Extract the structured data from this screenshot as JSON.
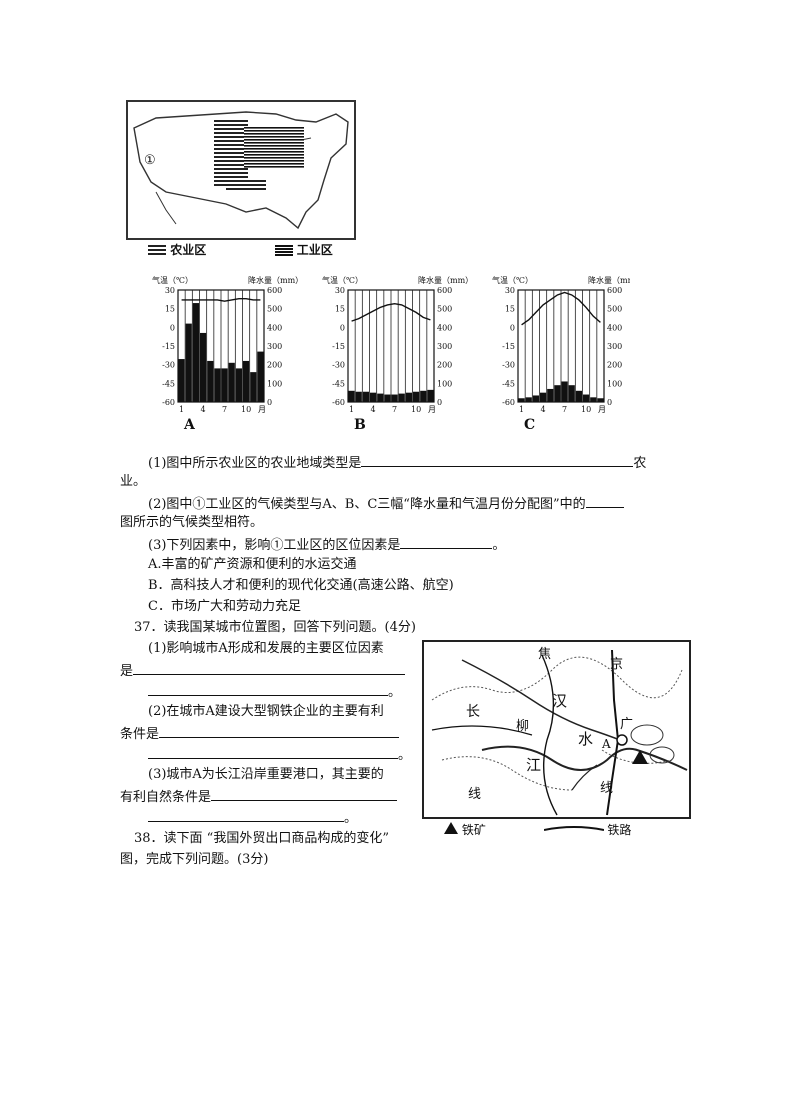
{
  "usa_map": {
    "marker": "①",
    "legend": [
      {
        "label": "农业区"
      },
      {
        "label": "工业区"
      }
    ]
  },
  "climate_charts": {
    "temp_axis_label": "气温（℃）",
    "precip_axis_label": "降水量（mm）",
    "temp_ticks": [
      "30",
      "15",
      "0",
      "-15",
      "-30",
      "-45",
      "-60"
    ],
    "precip_ticks": [
      "600",
      "500",
      "400",
      "300",
      "200",
      "100",
      "0"
    ],
    "month_ticks": [
      "1",
      "4",
      "7",
      "10",
      "月"
    ],
    "charts": [
      {
        "label": "A",
        "temp_c": [
          22,
          22,
          22,
          22,
          22,
          22,
          21,
          22,
          23,
          23,
          22,
          22
        ],
        "precip_mm": [
          230,
          420,
          530,
          370,
          220,
          180,
          180,
          210,
          180,
          220,
          160,
          270
        ]
      },
      {
        "label": "B",
        "temp_c": [
          5,
          7,
          10,
          13,
          16,
          18,
          19,
          18,
          15,
          12,
          8,
          6
        ],
        "precip_mm": [
          60,
          55,
          55,
          50,
          45,
          40,
          40,
          45,
          50,
          55,
          60,
          65
        ]
      },
      {
        "label": "C",
        "temp_c": [
          2,
          6,
          12,
          18,
          22,
          26,
          28,
          26,
          22,
          16,
          9,
          4
        ],
        "precip_mm": [
          20,
          25,
          35,
          50,
          70,
          90,
          110,
          90,
          60,
          40,
          25,
          20
        ]
      }
    ]
  },
  "q36": {
    "p1_text": "(1)图中所示农业区的农业地域类型是",
    "p1_tail": "农",
    "p1_cont": "业。",
    "p2_text": "(2)图中①工业区的气候类型与A、B、C三幅“降水量和气温月份分配图”中的",
    "p2_cont": "图所示的气候类型相符。",
    "p3_text": "(3)下列因素中，影响①工业区的区位因素是",
    "p3_end": "。",
    "opt_a": "A.丰富的矿产资源和便利的水运交通",
    "opt_b": "B．高科技人才和便利的现代化交通(高速公路、航空)",
    "opt_c": "C．市场广大和劳动力充足"
  },
  "q37": {
    "title": "37．读我国某城市位置图，回答下列问题。(4分)",
    "s1a": "(1)影响城市A形成和发展的主要区位因素",
    "s1b": "是",
    "s2a": "(2)在城市A建设大型钢铁企业的主要有利",
    "s2b": "条件是",
    "s3a": "(3)城市A为长江沿岸重要港口，其主要的",
    "s3b": "有利自然条件是",
    "period": "。"
  },
  "city_map": {
    "labels": [
      "焦",
      "京",
      "长",
      "汉",
      "柳",
      "水",
      "广",
      "A",
      "江",
      "线",
      "线"
    ],
    "legend_ore": "铁矿",
    "legend_rail": "铁路"
  },
  "q38": {
    "line1": "38．读下面 “我国外贸出口商品构成的变化”",
    "line2": "图，完成下列问题。(3分)"
  }
}
